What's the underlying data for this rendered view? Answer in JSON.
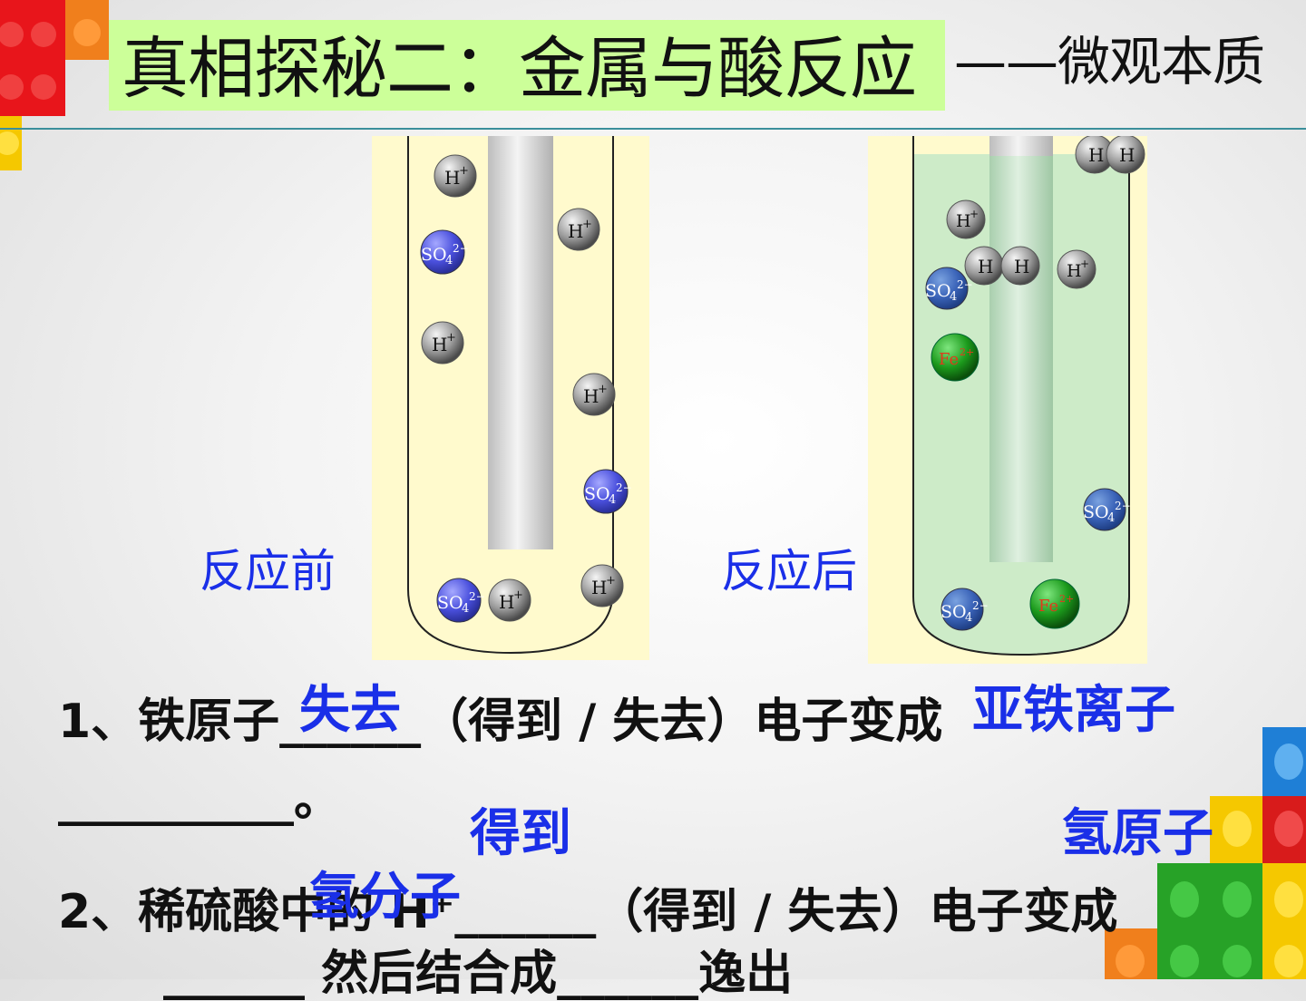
{
  "slide": {
    "title": "真相探秘二：金属与酸反应",
    "subtitle": "——微观本质"
  },
  "labels": {
    "before": "反应前",
    "after": "反应后"
  },
  "ions": {
    "h_plus": "H",
    "h_plus_sup": "+",
    "h_atom": "H",
    "sulfate_base": "SO",
    "sulfate_sub": "4",
    "sulfate_sup": "2−",
    "iron_base": "Fe",
    "iron_sup": "2+"
  },
  "questions": {
    "q1_line1": "1、铁原子______（得到 / 失去）电子变成",
    "q1_line2": "__________。",
    "q2_line1": "2、稀硫酸中的 H⁺______（得到 / 失去）电子变成",
    "q2_line2": "______ 然后结合成______逸出"
  },
  "answers": {
    "a1_lose": "失去",
    "a1_ferrous": "亚铁离子",
    "a2_gain": "得到",
    "a2_h_atom": "氢原子",
    "a2_h2": "氢分子"
  },
  "colors": {
    "title_bg": "#ccff99",
    "answer_blue": "#1a2fe8",
    "panel_yellow": "#fffacd",
    "solution_green": "#cdebc8"
  }
}
